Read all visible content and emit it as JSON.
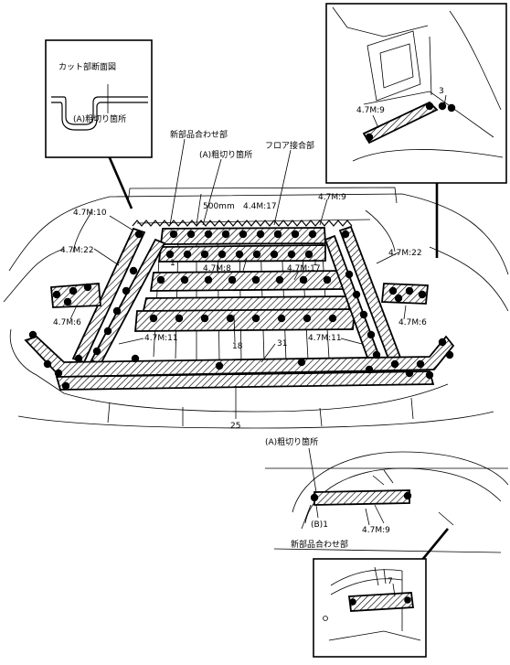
{
  "labels": {
    "cut_section": "カット部断面図",
    "rough_cut_inset": "(A)粗切り箇所",
    "new_parts_joint": "新部品合わせ部",
    "rough_cut_main": "(A)粗切り箇所",
    "floor_joint": "フロア接合部",
    "dim_500": "500mm",
    "m_4_4_17": "4.4M:17",
    "m_4_7_9_top": "4.7M:9",
    "m_4_7_10": "4.7M:10",
    "m_4_7_22_left": "4.7M:22",
    "m_4_7_22_right": "4.7M:22",
    "m_4_7_8": "4.7M:8",
    "m_4_7_17": "4.7M:17",
    "m_4_7_6_left": "4.7M:6",
    "m_4_7_6_right": "4.7M:6",
    "m_4_7_11_left": "4.7M:11",
    "m_4_7_11_right": "4.7M:11",
    "n_1": "1",
    "n_18": "18",
    "n_31": "31",
    "n_25": "25",
    "tr_m_4_7_9": "4.7M:9",
    "tr_n_3": "3",
    "br_rough_cut": "(A)粗切り箇所",
    "br_b1": "(B)1",
    "br_m_4_7_9": "4.7M:9",
    "br_new_parts_joint": "新部品合わせ部",
    "br_n_7": "7"
  }
}
